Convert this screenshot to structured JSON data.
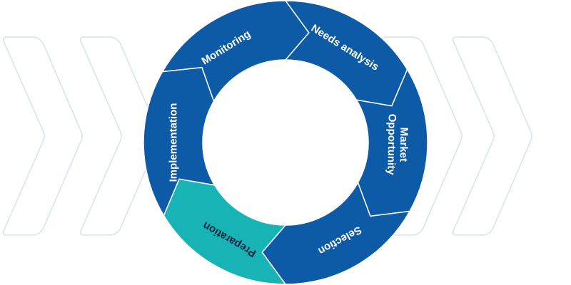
{
  "colors": {
    "background": "#ffffff",
    "segment_primary": "#0d5aa7",
    "segment_active": "#17b3b5",
    "segment_border": "#ffffff",
    "label_light": "#ffffff",
    "label_dark": "#0b2240",
    "chevron_stroke": "#d7e2ee"
  },
  "cycle": {
    "active_stage": "Preparation",
    "stages": [
      {
        "id": "needs-analysis",
        "label": [
          "Needs analysis"
        ]
      },
      {
        "id": "market-opportunity",
        "label": [
          "Market",
          "Opportunity"
        ]
      },
      {
        "id": "selection",
        "label": [
          "Selection"
        ]
      },
      {
        "id": "preparation",
        "label": [
          "Preparation"
        ]
      },
      {
        "id": "implementation",
        "label": [
          "Implementation"
        ]
      },
      {
        "id": "monitoring",
        "label": [
          "Monitoring"
        ]
      }
    ]
  },
  "background_decoration": {
    "chevron_icons": [
      "chevron-right-icon",
      "chevron-right-icon",
      "chevron-right-icon",
      "chevron-right-icon"
    ]
  }
}
